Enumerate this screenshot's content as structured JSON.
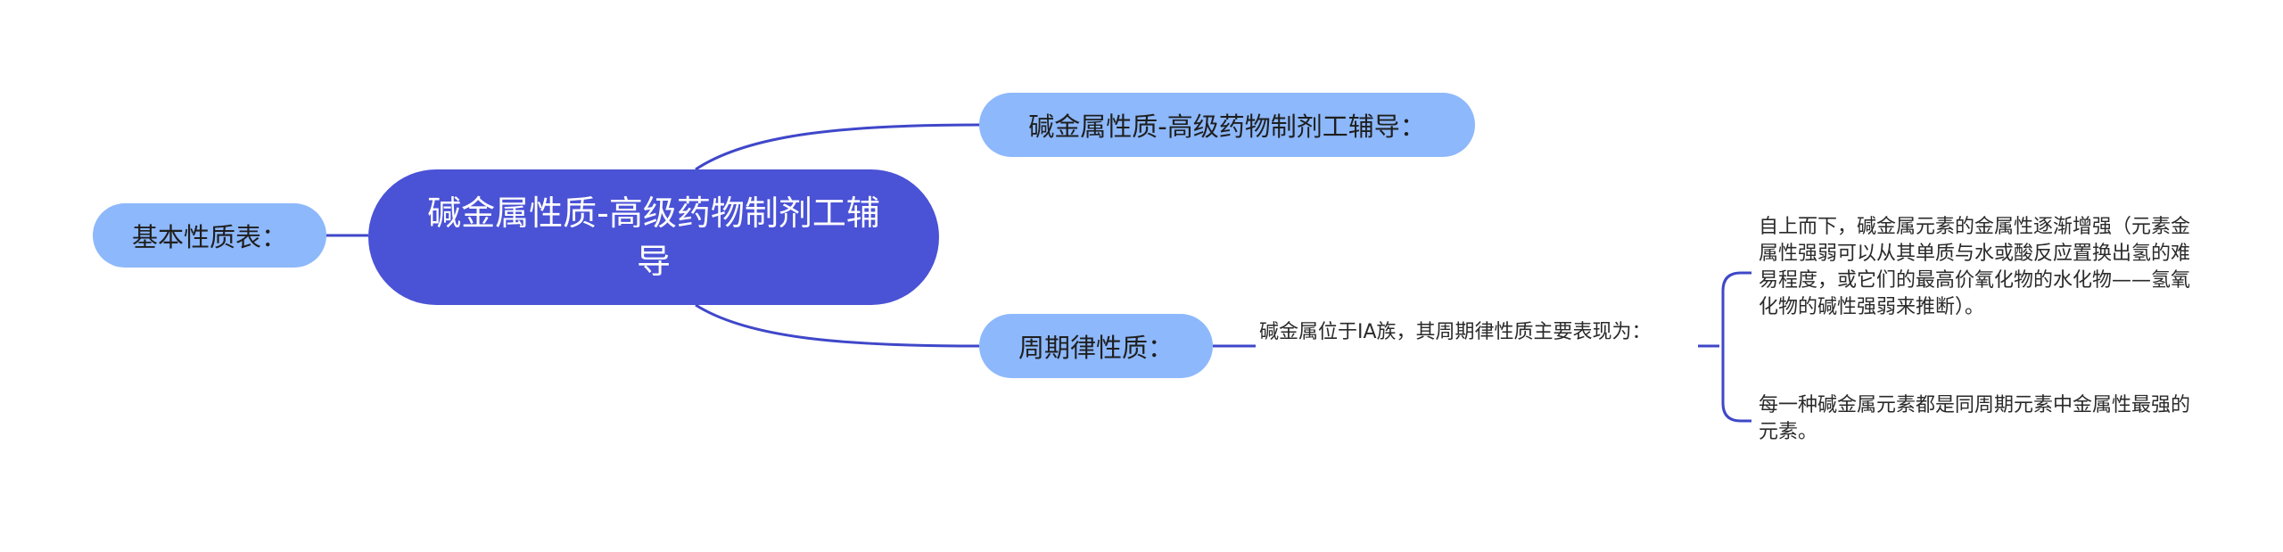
{
  "colors": {
    "root_fill": "#4a52d6",
    "branch_fill": "#8db8fb",
    "edge": "#3f47c9"
  },
  "root": {
    "text": "碱金属性质-高级药物制剂工辅导"
  },
  "left_branch": {
    "text": "基本性质表："
  },
  "top_branch": {
    "text": "碱金属性质-高级药物制剂工辅导："
  },
  "mid_branch": {
    "text": "周期律性质："
  },
  "mid_leaf": {
    "text": "碱金属位于ⅠA族，其周期律性质主要表现为："
  },
  "sub_leaves": [
    {
      "text": "自上而下，碱金属元素的金属性逐渐增强（元素金属性强弱可以从其单质与水或酸反应置换出氢的难易程度，或它们的最高价氧化物的水化物——氢氧化物的碱性强弱来推断）。"
    },
    {
      "text": "每一种碱金属元素都是同周期元素中金属性最强的元素。"
    }
  ]
}
